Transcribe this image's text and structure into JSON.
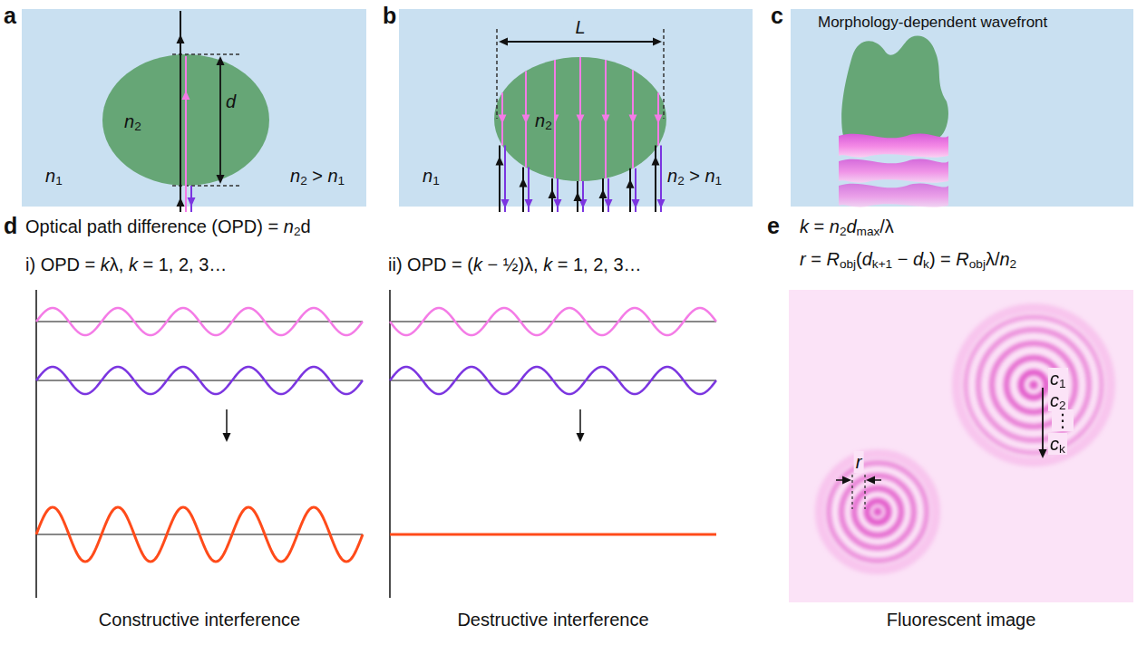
{
  "diagram": {
    "nodes": [
      {
        "text": [
          "n1",
          "n2 > n1"
        ]
      },
      {
        "text": [
          "n2",
          "d"
        ],
        "in": 0
      },
      {
        "text": [
          "L",
          "n1",
          "n2 > n1"
        ]
      },
      {
        "text": [
          "n2"
        ],
        "in": 2
      },
      {
        "text": [
          "Morphology-dependent wavefront"
        ]
      },
      {
        "text": [
          "r",
          "c1",
          "c2",
          "⋮",
          "ck",
          "Fluorescent image"
        ]
      }
    ],
    "labels": [
      "a",
      "b",
      "c",
      "d",
      "Optical path difference (OPD) = n2d",
      "i) OPD = kλ, k = 1, 2, 3…",
      "ii) OPD = (k − ½)λ, k = 1, 2, 3…",
      "Constructive interference",
      "Destructive interference",
      "e",
      "k = n2dmax/λ",
      "r = Robj(dk+1 − dk) = Robjλ/n2"
    ]
  }
}
